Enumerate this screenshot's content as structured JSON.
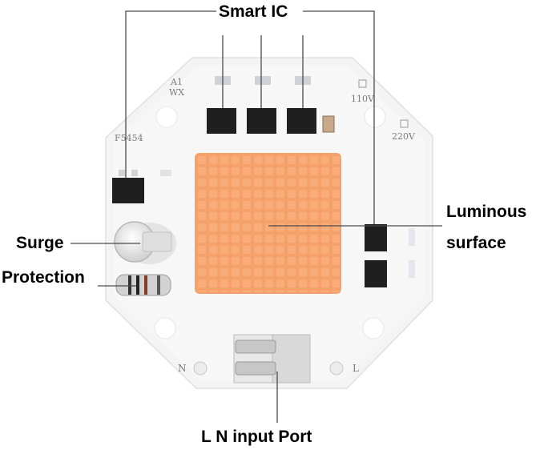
{
  "labels": {
    "smart_ic": "Smart IC",
    "luminous_line1": "Luminous",
    "luminous_line2": "surface",
    "surge_line1": "Surge",
    "surge_line2": "Protection",
    "input_port": "L N input Port"
  },
  "silkscreen": {
    "model_a1": "A1",
    "model_wx": "WX",
    "part_code": "F5454",
    "voltage_110": "110V",
    "voltage_220": "220V",
    "terminal_n": "N",
    "terminal_l": "L"
  },
  "colors": {
    "board": "#f5f5f5",
    "led_surface": "#f6a06a",
    "chip": "#1f1f1f",
    "leader_line": "#4a4a4a"
  }
}
